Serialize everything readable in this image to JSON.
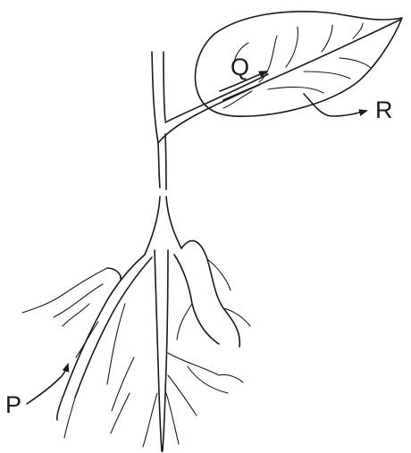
{
  "labels": {
    "p": "P",
    "q": "Q",
    "r": "R"
  }
}
